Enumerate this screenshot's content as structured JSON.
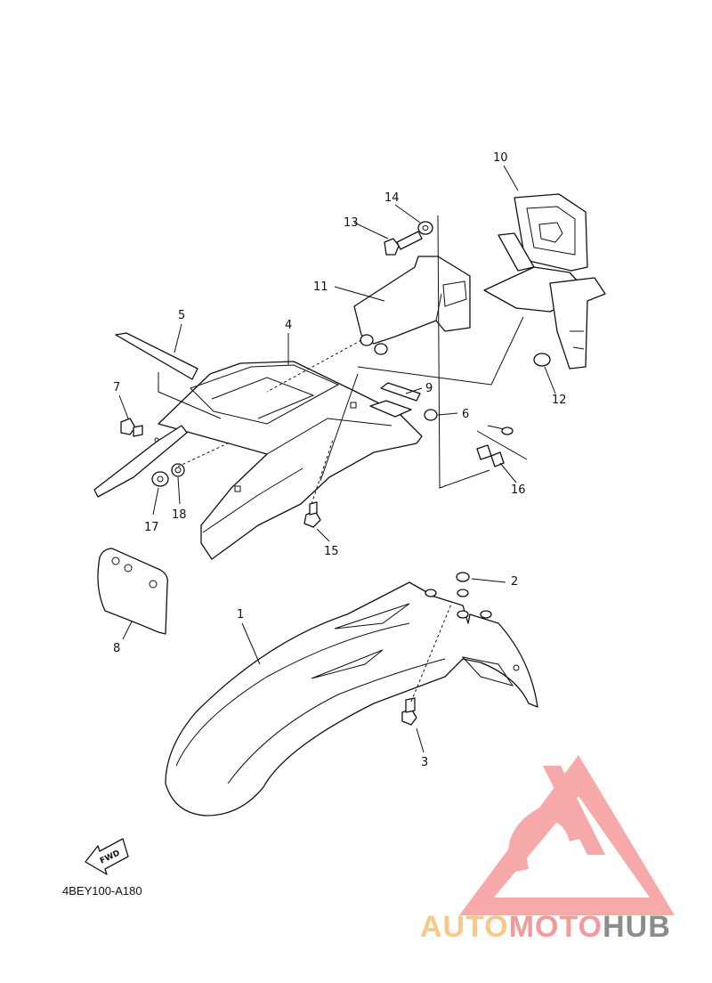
{
  "diagram": {
    "callouts": [
      "1",
      "2",
      "3",
      "4",
      "5",
      "6",
      "7",
      "8",
      "9",
      "10",
      "11",
      "12",
      "13",
      "14",
      "15",
      "16",
      "17",
      "18"
    ],
    "arrow_label": "FWD",
    "drawing_code": "4BEY100-A180"
  },
  "watermark": {
    "word_parts": [
      "AUTO",
      "MOTO",
      "HUB"
    ],
    "colors": {
      "auto": "#f6c98a",
      "moto": "#f59a9a",
      "hub": "#8c8c8c",
      "logo": "#f7a0a0"
    }
  }
}
